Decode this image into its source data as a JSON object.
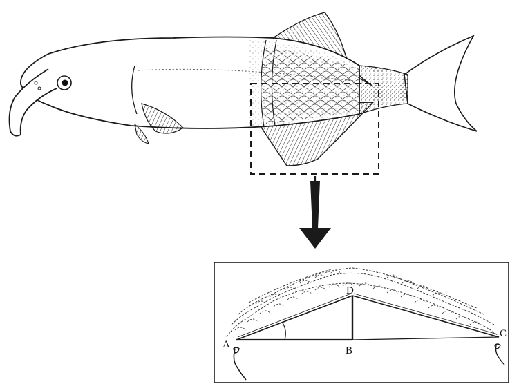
{
  "figure": {
    "subject": "fish-illustration",
    "inset_points": {
      "a": "A",
      "b": "B",
      "c": "C",
      "d": "D"
    },
    "colors": {
      "ink": "#1a1a1a",
      "paper": "#ffffff",
      "scale_line": "#333333"
    }
  }
}
